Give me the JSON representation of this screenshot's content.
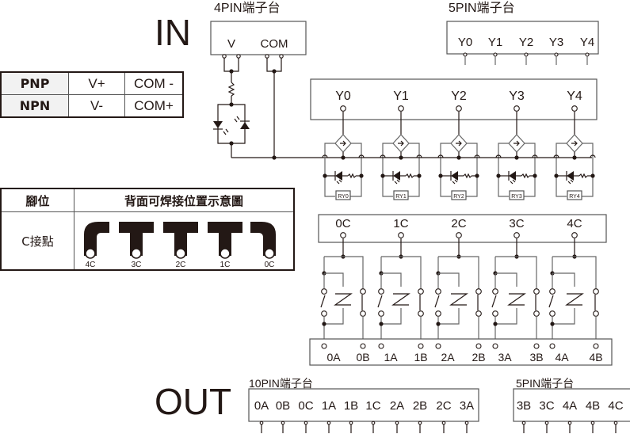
{
  "input": {
    "heading": "IN",
    "terminal_4pin": {
      "title": "4PIN端子台",
      "pins": [
        "V",
        "COM"
      ]
    },
    "terminal_5pin": {
      "title": "5PIN端子台",
      "pins": [
        "Y0",
        "Y1",
        "Y2",
        "Y3",
        "Y4"
      ]
    },
    "polarity_table": {
      "rows": [
        {
          "type": "PNP",
          "v": "V+",
          "com": "COM -"
        },
        {
          "type": "NPN",
          "v": "V-",
          "com": "COM+"
        }
      ]
    }
  },
  "channels": {
    "inputs": [
      "Y0",
      "Y1",
      "Y2",
      "Y3",
      "Y4"
    ],
    "relays": [
      "RY0",
      "RY1",
      "RY2",
      "RY3",
      "RY4"
    ],
    "commons": [
      "0C",
      "1C",
      "2C",
      "3C",
      "4C"
    ],
    "contacts": [
      "0A",
      "0B",
      "1A",
      "1B",
      "2A",
      "2B",
      "3A",
      "3B",
      "4A",
      "4B"
    ]
  },
  "pin_table": {
    "header_col1": "腳位",
    "header_col2": "背面可焊接位置示意圖",
    "row_label": "C接點",
    "pads": [
      "4C",
      "3C",
      "2C",
      "1C",
      "0C"
    ]
  },
  "output": {
    "heading": "OUT",
    "terminal_10pin": {
      "title": "10PIN端子台",
      "pins": [
        "0A",
        "0B",
        "0C",
        "1A",
        "1B",
        "1C",
        "2A",
        "2B",
        "2C",
        "3A"
      ]
    },
    "terminal_5pin": {
      "title": "5PIN端子台",
      "pins": [
        "3B",
        "3C",
        "4A",
        "4B",
        "4C"
      ]
    }
  },
  "colors": {
    "line": "#231815",
    "wire_gray": "#666666"
  }
}
